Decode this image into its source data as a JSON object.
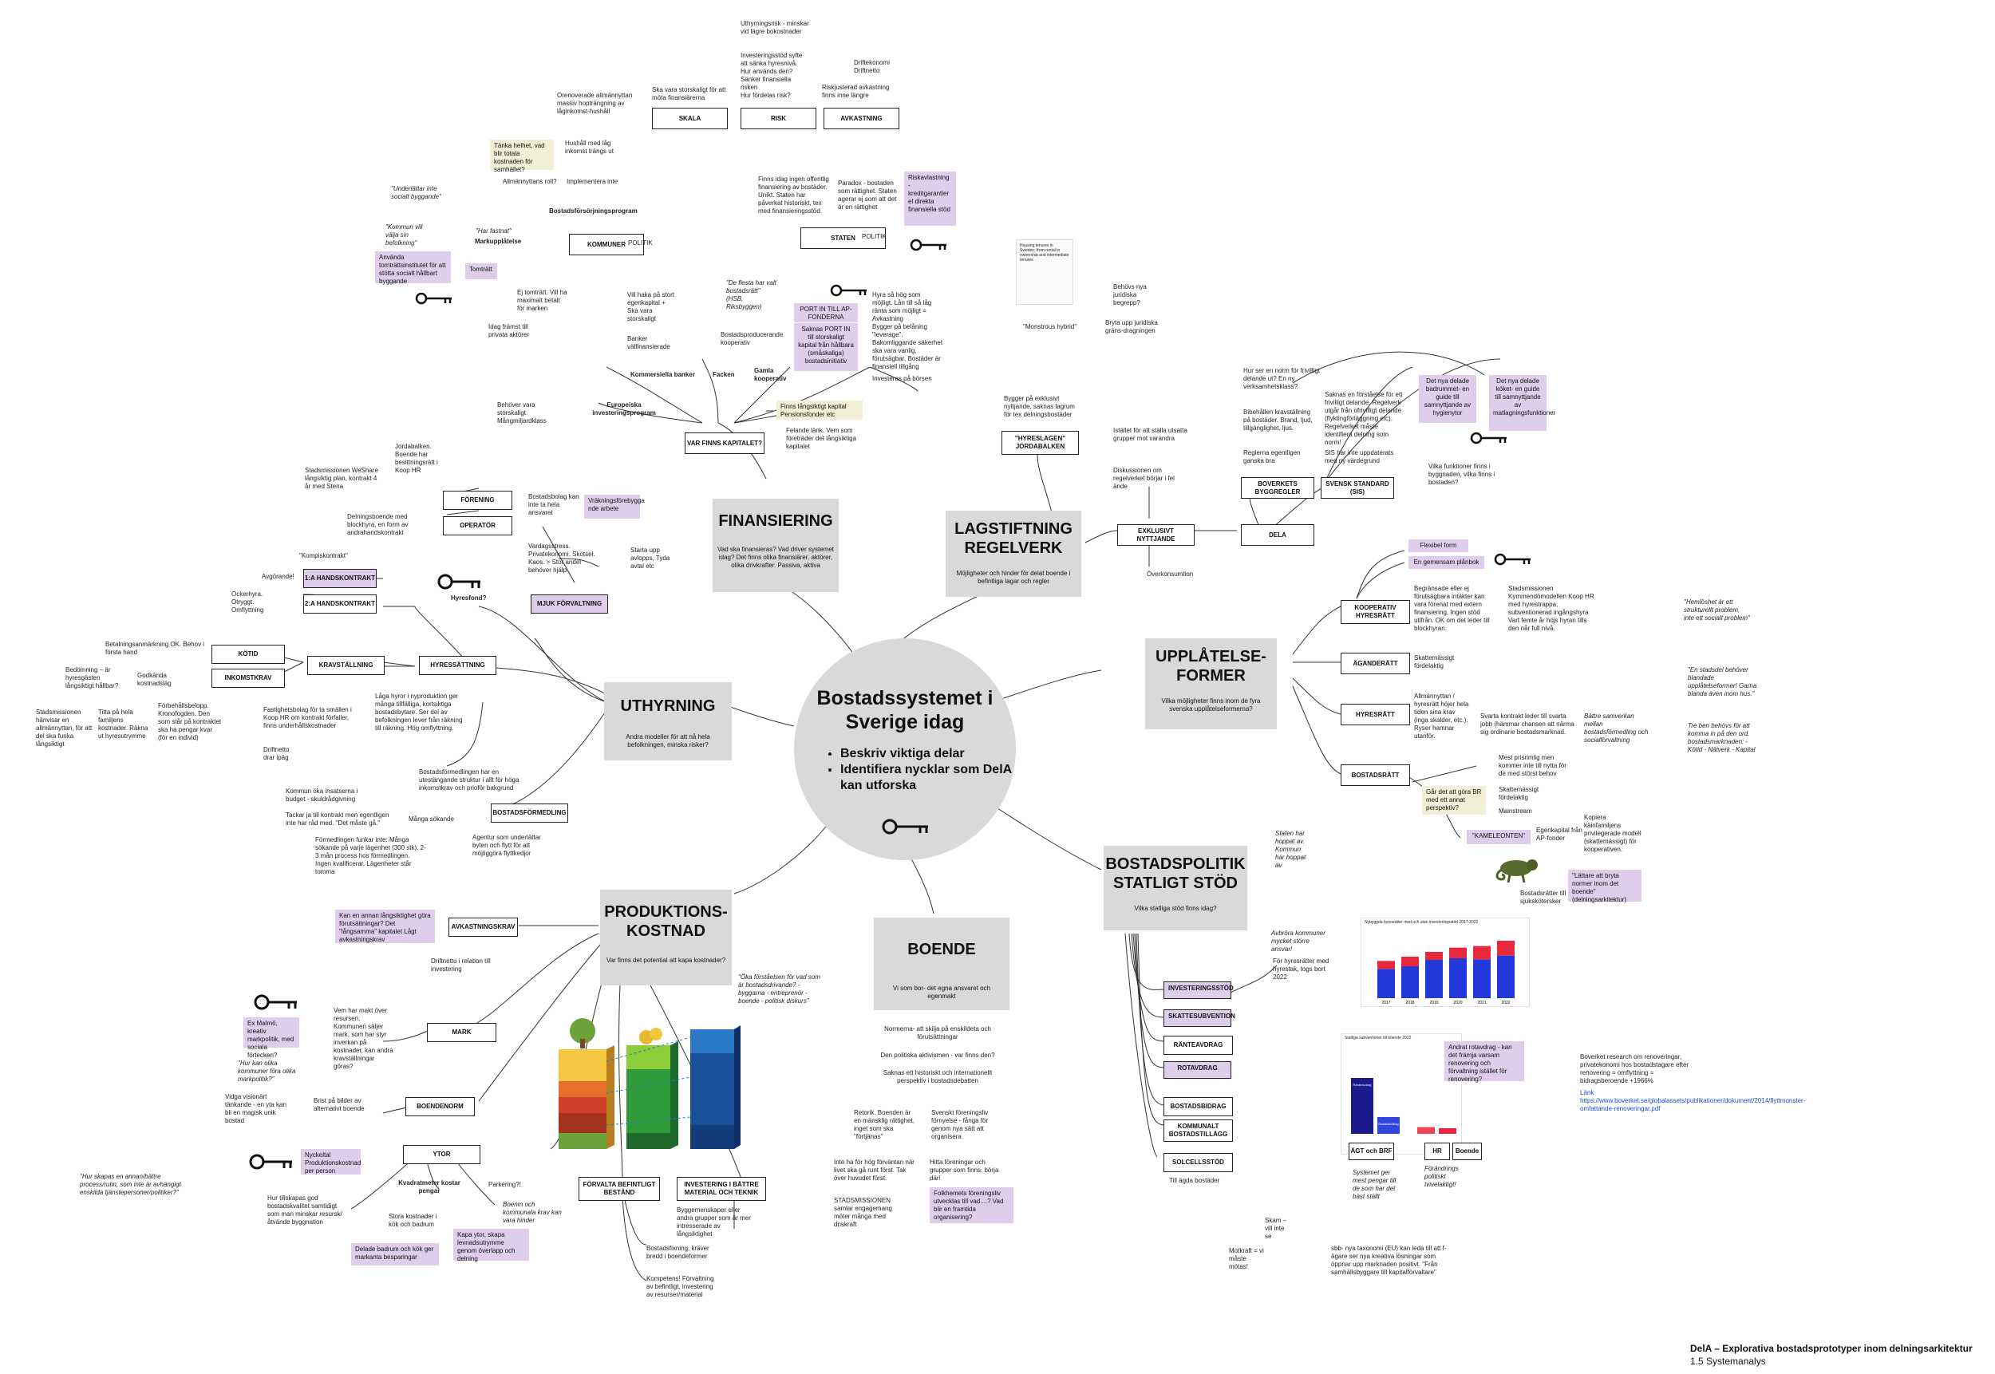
{
  "center": {
    "title": "Bostadssystemet i Sverige idag",
    "bullets": [
      "Beskriv viktiga delar",
      "Identifiera nycklar som DelA kan utforska"
    ]
  },
  "footer": {
    "title": "DelA – Explorativa bostadsprototyper inom delningsarkitektur",
    "subtitle": "1.5 Systemanalys"
  },
  "hubs": {
    "finansiering": {
      "title": "FINANSIERING",
      "desc": "Vad ska finansieras? Vad driver systemet idag? Det finns olika finansiärer, aktörer, olika drivkrafter. Passiva, aktiva"
    },
    "lagstiftning": {
      "title": "LAGSTIFTNING REGELVERK",
      "desc": "Möjligheter och hinder för delat boende i befintliga lagar och regler"
    },
    "upplatelse": {
      "title": "UPPLÅTELSE-FORMER",
      "desc": "Vilka möjligheter finns inom de fyra svenska upplåtelseformerna?"
    },
    "bostadspolitik": {
      "title": "BOSTADSPOLITIK STATLIGT STÖD",
      "desc": "Vilka statliga stöd finns idag?"
    },
    "boende": {
      "title": "BOENDE",
      "desc": "Vi som bor- det egna ansvaret och egenmakt"
    },
    "produktion": {
      "title": "PRODUKTIONS-KOSTNAD",
      "desc": "Var finns det potential att kapa kostnader?"
    },
    "uthyrning": {
      "title": "UTHYRNING",
      "desc": "Andra modeller för att nå hela befolkningen, minska risker?"
    }
  },
  "boxes": {
    "skala": "SKALA",
    "risk": "RISK",
    "avkastning": "AVKASTNING",
    "staten": "STATEN",
    "politik1": "POLITIK",
    "kommuner": "KOMMUNER",
    "politik2": "POLITIK",
    "var_finns": "VAR FINNS KAPITALET?",
    "hyreslagen": "\"HYRESLAGEN\" JORDABALKEN",
    "exklusivt": "EXKLUSIVT NYTTJANDE",
    "dela": "DELA",
    "boverkets": "BOVERKETS BYGGREGLER",
    "svensk_standard": "SVENSK STANDARD (SIS)",
    "forening": "FÖRENING",
    "operator": "OPERATÖR",
    "handskontrakt1": "1:A HANDSKONTRAKT",
    "handskontrakt2": "2:A HANDSKONTRAKT",
    "kotid": "KÖTID",
    "inkomstkrav": "INKOMSTKRAV",
    "kravstallning": "KRAVSTÄLLNING",
    "hyressattning": "HYRESSÄTTNING",
    "mjuk": "MJUK FÖRVALTNING",
    "bostadsformedling": "BOSTADSFÖRMEDLING",
    "kooperativ": "KOOPERATIV HYRESRÄTT",
    "aganderatt": "ÄGANDERÄTT",
    "hyresratt": "HYRESRÄTT",
    "bostadsratt": "BOSTADSRÄTT",
    "investeringsstod": "INVESTERINGSSTÖD",
    "skattesubvention": "SKATTESUBVENTION",
    "ranteavdrag": "RÄNTEAVDRAG",
    "rotavdrag": "ROTAVDRAG",
    "bostadsbidrag": "BOSTADSBIDRAG",
    "kommunalt": "KOMMUNALT BOSTADSTILLÄGG",
    "solcellsstod": "SOLCELLSSTÖD",
    "avkastningskrav": "AVKASTNINGSKRAV",
    "mark": "MARK",
    "boendenorm": "BOENDENORM",
    "ytor": "YTOR",
    "forvalta": "FÖRVALTA BEFINTLIGT BESTÅND",
    "investering_battre": "INVESTERING I BÄTTRE MATERIAL OCH TEKNIK",
    "kommersiella": "Kommersiella banker",
    "facken": "Facken",
    "gamla": "Gamla kooperativ",
    "europeiska": "Europeiska investeringsprogram",
    "bostadsforsorjning": "Bostadsförsörjningsprogram",
    "markupplatelse": "Markupplåtelse",
    "kvadratmeter": "Kvadratmeter kostar pengar"
  },
  "notes": {
    "skala_q": "Ska vara storskaligt för att möta finansiärerna",
    "risk_q1": "Uthyrningsrisk - minskar vid lägre bokostnader",
    "risk_q2": "Investeringsstöd syfte att sänka hyresnivå. Hur används den? Sänker finansiella risken",
    "risk_q3": "Hur fördelas risk?",
    "avk_q1": "Driftekonomi Driftnetto",
    "avk_q2": "Riskjusterad avkastning finns inne längre",
    "staten_q1": "Finns idag ingen offentlig finansiering av bostäder. Unikt. Staten har påverkat historiskt, tex med finansieringsstöd.",
    "staten_q2": "Paradox - bostaden som rättighet. Staten agerar ej som att det är en rättighet",
    "staten_purple": "Riskavlastning - kreditgarantier el direkta finansiella stöd",
    "komm_q1": "Orenoverade allmännyttan massiv hopträngning av låginkomst-hushåll",
    "komm_q2": "Hushåll med låg inkomst trängs ut",
    "komm_yellow": "Tänka helhet, vad blir totala kostnaden för samhället?",
    "komm_q3": "Allmännyttans roll?",
    "komm_q4": "Implementera inte",
    "komm_italic1": "\"Underlättar inte socialt byggande\"",
    "komm_italic2": "\"Kommun vill välja sin befolkning\"",
    "har_fastnat": "\"Har fastnat\"",
    "tomtratt": "Tomträtt",
    "tomtratt_purple": "Använda tomträttsinstitutet för att stötta socialt hållbart byggande",
    "tomtratt_q1": "Ej tomträtt. Vill ha maximalt betalt för marken",
    "tomtratt_q2": "Idag främst till privata aktörer",
    "var_q1": "Vill haka på stort egenkapital + Ska vara storskaligt",
    "var_q2": "Banker välfinansierade",
    "var_it": "\"De flesta har valt bostadsrätt\" (HSB, Riksbyggen)",
    "var_q3": "Bostadsproducerande kooperativ",
    "ap_fonderna": "PORT IN TILL AP-FONDERNA",
    "saknas_port": "Saknas PORT IN till storskaligt kapital från hållbara (småskaliga) bostadsinitiativ",
    "ap_q1": "Hyra så hög som möjligt. Lån till så låg ränta som möjligt = Avkastning",
    "ap_q2": "Bygger på belåning \"leverage\". Bakomliggande säkerhet ska vara vanlig, förutsägbar. Bostäder är finansiell tillgång",
    "ap_q3": "Investeras på börsen",
    "pensionsfonder": "Finns långsiktigt kapital Pensionsfonder etc",
    "felande": "Felande länk. Vem som företräder det långsiktiga kapitalet",
    "euro_q": "Behöver vara storskaligt. Mångmiljardklass",
    "lag_q1": "Bygger på exklusivt nyttjande, saknas lagrum för tex delningsbostäder",
    "lag_q2": "Istället för att ställa utsatta grupper mot varandra",
    "lag_q3": "Diskussionen om regelverket börjar i fel ände",
    "lag_q4": "Överkonsumtion",
    "lag_q5": "Behövs nya juridiska begrepp?",
    "lag_q6": "Bryta upp juridiska gräns-dragningen",
    "lag_q7": "\"Monstrous hybrid\"",
    "lag_q8": "Hur ser en norm för frivilligt delande ut? En ny verksamhetsklass?",
    "lag_q9": "Bibehållen kravställning på bostäder. Brand, ljud, tillgänglighet, ljus.",
    "lag_q10": "Reglerna egentligen ganska bra",
    "lag_q11": "Saknas en förståelse för ett frivilligt delande. Regelverk utgår från ofrivilligt delande (flyktingförläggning etc). Regelverket måste identifiera delning som norm!",
    "lag_q12": "SIS har inte uppdaterats med ny värdegrund",
    "lag_q13": "Vilka funktioner finns i byggnaden, vilka finns i bostaden?",
    "lag_purple1": "Det nya delade badrummet- en guide till samnyttjande av hygienytor",
    "lag_purple2": "Det nya delade köket- en guide till samnyttjande av matlagningsfunktioner",
    "flexibel": "Flexibel form",
    "planbok": "En gemensam plånbok",
    "koop_q1": "Begränsade eller ej förutsägbara intäkter kan vara förenat med extern finansiering, Ingen stöd utifrån. OK om det leder till blockhyran.",
    "koop_q2": "Stadsmissionen Kymmendömodellen Koop HR med hyrestrappa, subventionerad ingångshyra Vart femte år höjs hyran tills den når full nivå.",
    "koop_it": "\"Hemlöshet är ett strukturellt problem, inte ett socialt problem\"",
    "agande_q": "Skattemässigt fördelaktig",
    "hyres_q1": "Allmännyttan / hyresrätt höjer hela tiden sina krav (inga skalder, etc.). Ryser hamnar utanför.",
    "hyres_q2": "Svarta kontrakt leder till svarta jobb (hämmar chansen att närma sig ordinarie bostadsmarknad.",
    "hyres_it1": "Bättre samverkan mellan bostadsförmedling och socialförvaltning",
    "hyres_it2": "\"En stadsdel behöver blandade upplåtelseformer! Garna blanda även inom hus.\"",
    "hyres_it3": "Tre ben behövs för att komma in på den ord. bostadsmarknaden: - Kötid - Nätverk - Kapital",
    "br_q1": "Mest prisrimlig men kommer inte till nytta för de med störst behov",
    "br_yellow": "Går det att göra BR med ett annat perspektiv?",
    "br_q2": "Skattemässigt fördelaktig",
    "br_q3": "Mainstream",
    "kameleonten": "\"KAMELEONTEN\"",
    "br_q4": "Egenkapital från AP-fonder",
    "br_q5": "Kopiera käinfamiljens privilegerade modell (skattemässigt) för kooperativen.",
    "br_purple": "\"Lättare att bryta normer inom det boende\" (delningsarkitektur)",
    "br_q6": "Bostadsrätter till sjukskötersker",
    "staten_hoppat": "Staten har hoppat av. Kommun har hoppat av",
    "avbrora": "Avbröra kommuner mycket större ansvar!",
    "for_hyres": "För hyresrätter med hyrestak, togs bort 2022",
    "chart1_title": "Nybyggda hyresrätter med och utan investeringsstöd 2017-2022",
    "chart2_title": "Statliga subventioner till boende 2022",
    "rot_q": "Andrat rotavdrag - kan det främja varsam renovering och förvaltning istället för renovering?",
    "boverket": "Boverket research om renoveringar, privatekonomi hos bostadstagare efter renovering = omflyttning = bidragsberoende +1966%",
    "lank": "Länk https://www.boverket.se/globalassets/publikationer/dokument/2014/flyttmonster-omfattande-renoveringar.pdf",
    "systemet": "Systemet ger mest pengar till de som har det bäst ställt",
    "forandrings": "Förändrings politiskt tvivelaktigt!",
    "till_agda": "Till ägda bostäder",
    "skam": "Skam – vill inte se",
    "motkraft": "Motkraft = vi måste mötas!",
    "sbb": "sbb- nya taxonomi (EU) kan leda till att f-ägare ser nya kreativa lösningar som öppnar upp marknaden positivt. \"Från samhällsbyggare till kapitalförvaltare\"",
    "boende_q1": "Normerna- att skilja på enskildeta och förutsättningar",
    "boende_q2": "Den politiska aktivismen - var finns den?",
    "boende_q3": "Saknas ett historiskt och internationellt perspektiv i bostadsdebatten",
    "boende_q4": "Retorik. Boenden är en mänsklig rättighet, inget som ska \"förtjänas\"",
    "boende_q5": "Svenskt föreningsliv förnyelse - fånga för genom nya sätt att organisera",
    "boende_q6": "Inte ha för hög förväntan när livet ska gå runt först. Tak över huvudet först.",
    "boende_q7": "Hitta föreningar och grupper som finns, börja där!",
    "boende_q8": "STADSMISSIONEN samlar engagemang möter många med dnskraft",
    "boende_purple": "Folkhemets föreningsliv utvecklas till vad....? Vad blir en framtida organisering?",
    "prod_purple1": "Kan en annan långsiktighet göra förutsättningar? Det \"långsamma\" kapitalet Lågt avkastningskrav",
    "prod_q1": "Driftnetto i relation till investering",
    "prod_it1": "\"Öka förståelsen för vad som är bostadsdrivande? - byggarna - entreprenör - boende - politisk diskurs\"",
    "mark_q": "Vem har makt över resursen. Kommunen säljer mark, som har styr inverkan på kostnader, kan andra kravställningar göras?",
    "mark_purple": "Ex Malmö, kreativ markpolitik, med sociala förtecken?",
    "mark_it": "\"Hur kan olika kommuner föra olika markpolitik?\"",
    "norm_q": "Brist på bilder av alternativt boende",
    "norm_q2": "Vidga visionärt tänkande - en yta kan bli en magisk unik bostad",
    "ytor_purple": "Nyckeltal Produktionskostnad per person",
    "ytor_q1": "Hur tillskapas god bostadskvalitet samtidigt som man minskar resursk/åtvände byggnation",
    "ytor_q2": "Parkering?!",
    "ytor_q3": "Boenm och kommunala krav kan vara hinder",
    "ytor_q4": "Stora kostnader i kök och badrum",
    "ytor_purple2": "Delade badrum och kök ger markanta besparingar",
    "ytor_purple3": "Kapa ytor, skapa levnadsutrymme genom överlapp och delning",
    "ytor_it": "\"Hur skapas en annan/bättre process/rutin, som inte är avhängigt enskilda tjänstepersoner/politiker?\"",
    "forv_q1": "Bostadsfixning, kräver bredd i boendeformer",
    "forv_q2": "Kompetens! Förvaltning av befintligt, investering av resurser/material",
    "inv_q": "Byggemenskaper eller andra grupper som är mer intresserade av långsiktighet",
    "uth_q1": "Jordabalken. Boende har besittningsrätt i Koop HR",
    "uth_q2": "Stadsmissionen WeShare långsiktig plan, kontrakt 4 år med Stena",
    "uth_q3": "Delningsboende med blockhyra, en form av andrahandskontrakt",
    "uth_q4": "Bostadsbolag kan inte ta hela ansvaret",
    "uth_purple1": "Vräkningsförebygga nde arbete",
    "uth_q5": "Vardagsstress. Privatekonomi. Skötsel. Kaos. > Stor andel behöver hjälp",
    "uth_q6": "Starta upp avlopps, Tyda avtal etc",
    "uth_q7": "\"Kompiskontrakt\"",
    "uth_q8": "Avgörande!",
    "hyresfond": "Hyresfond?",
    "uth_q9": "Ockerhyra. Otryggt. Omflyttning",
    "uth_q10": "Betalningsanmärkning OK. Behov i första hand",
    "uth_q11": "Bedömning – är hyresgästen långsiktigt hållbar?",
    "uth_q12": "Godkända kostnadsläg",
    "uth_q13": "Stadsmissionen hänvisar en allmännyttan, för att del ska funka långsiktigt",
    "uth_q14": "Titta på hela familjens kostnader. Räkna ut hyresutrymme",
    "uth_q15": "Förbehållsbelopp. Kronofogden. Den som står på kontraktet ska ha pengar kvar (för en individ)",
    "uth_q16": "Fastighetsbolag för ta smällen i Koop HR om kontrakt förfaller, finns underhållskostnader",
    "uth_q17": "Låga hyror i nyproduktion ger många tillfälliga, kortsiktiga bostadsbytare. Ser del av befolkningen lever från räkning till räkning. Hög omflyttning.",
    "uth_q18": "Driftnetto drar ipäg",
    "uth_q19": "Bostadsförmedlingen har en utestängande struktur i allt för höga inkomstkrav och prioför bakgrund",
    "uth_q20": "Kommun öka insatserna i budget - skuldrådgivning",
    "uth_q21": "Tackar ja till kontrakt men egentligen inte har råd med. \"Det måste gå.\"",
    "uth_q22": "Många sökande",
    "uth_q23": "Förmedlingen funkar inte: Många sökande på varje lägenhet (300 stk). 2-3 mån process hos förmedlingen. Ingen kvalificerar. Lägenheter står tomma",
    "uth_q24": "Agentur som underlättar byten och flytt för att möjliggöra flyttkedjor"
  },
  "chart1": {
    "type": "bar",
    "title": "Nybyggda hyresrätter med och utan investeringsstöd 2017-2022",
    "categories": [
      "2017",
      "2018",
      "2019",
      "2020",
      "2021",
      "2022"
    ],
    "series": [
      {
        "name": "",
        "values": [
          55,
          60,
          72,
          75,
          73,
          80
        ],
        "color": "#2238d8"
      },
      {
        "name": "",
        "values": [
          15,
          18,
          15,
          20,
          25,
          28
        ],
        "color": "#e8283c"
      }
    ]
  },
  "chart2": {
    "type": "bar",
    "title": "Statliga subventioner till boende 2022",
    "categories": [
      "ÄGT och BRF",
      "HR",
      "Boende"
    ],
    "bars": [
      {
        "label": "Ränteavdrag",
        "value": 100,
        "color": "#1a1a8c"
      },
      {
        "label": "Bostadsbidrag",
        "value": 30,
        "color": "#3344dd"
      },
      {
        "label": "",
        "value": 12,
        "color": "#ee4455"
      },
      {
        "label": "",
        "value": 10,
        "color": "#ee2244"
      }
    ],
    "group_labels": [
      "ÄGT och BRF",
      "HR",
      "Boende"
    ]
  }
}
